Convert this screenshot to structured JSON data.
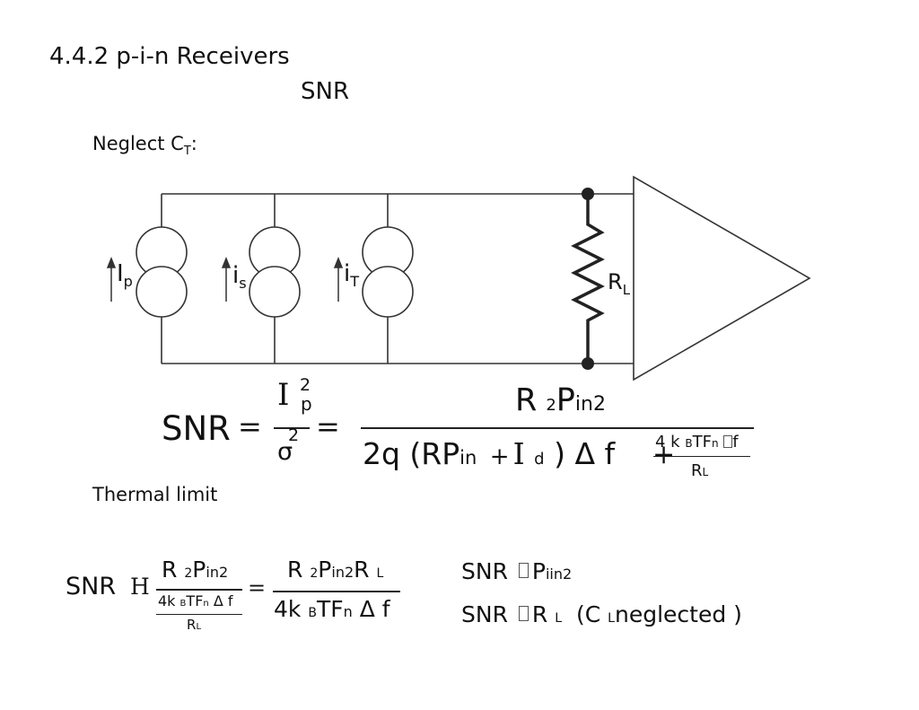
{
  "slide": {
    "heading": "4.4.2 p-i-n Receivers",
    "subtitle": "SNR",
    "neglect_label": "Neglect C",
    "neglect_sub": "T",
    "neglect_colon": ":",
    "thermal_label": "Thermal limit"
  },
  "circuit": {
    "source1_label": "I",
    "source1_sub": "p",
    "source2_label": "i",
    "source2_sub": "s",
    "source3_label": "i",
    "source3_sub": "T",
    "resistor_label": "R",
    "resistor_sub": "L"
  },
  "eq1": {
    "lhs": "SNR",
    "eq_sign": "=",
    "num_I": "I",
    "num_sup": "2",
    "num_sub": "p",
    "den_sigma": "σ",
    "den_sup": "2",
    "eq_sign2": "=",
    "rhs_num_R": "R",
    "rhs_num_sup": "2",
    "rhs_num_P": "P",
    "rhs_num_sub": "in",
    "rhs_num_sup2": "2",
    "den_a": "2q (RP",
    "den_a_sub": "in",
    "den_plus1": "+",
    "den_I": "I",
    "den_I_sub": "d",
    "den_b": ") Δ f",
    "den_plus2": "+",
    "small_num": "4 k",
    "small_num_sub": "B",
    "small_num_TF": "TF",
    "small_num_sub2": "n",
    "small_box": "",
    "small_num_f": "f",
    "small_den": "R",
    "small_den_sub": "L"
  },
  "eq2": {
    "lhs": "SNR",
    "approx_sign": "H",
    "f1_num_R": "R",
    "f1_num_sup": "2",
    "f1_num_P": "P",
    "f1_num_sub": "in2",
    "f1_den_a": "4k",
    "f1_den_sub": "B",
    "f1_den_TF": "TF",
    "f1_den_sub2": "n",
    "f1_den_df": "Δ f",
    "f1_den2": "R",
    "f1_den2_sub": "L",
    "eq_sign": "=",
    "f2_num_R": "R",
    "f2_num_sup": "2",
    "f2_num_P": "P",
    "f2_num_sub": "in2",
    "f2_num_R2": "R",
    "f2_num_sub2": "L",
    "f2_den_a": "4k",
    "f2_den_sub": "B",
    "f2_den_TF": "TF",
    "f2_den_sub2": "n",
    "f2_den_df": "Δ f"
  },
  "proportional": {
    "line1_snr": "SNR",
    "line1_sym": "",
    "line1_P": "P",
    "line1_sub": "iin2",
    "line2_snr": "SNR",
    "line2_sym": "",
    "line2_R": "R",
    "line2_sub": "L",
    "line2_paren": "(C",
    "line2_sub2": "L",
    "line2_text": "neglected",
    "line2_close": ")"
  }
}
